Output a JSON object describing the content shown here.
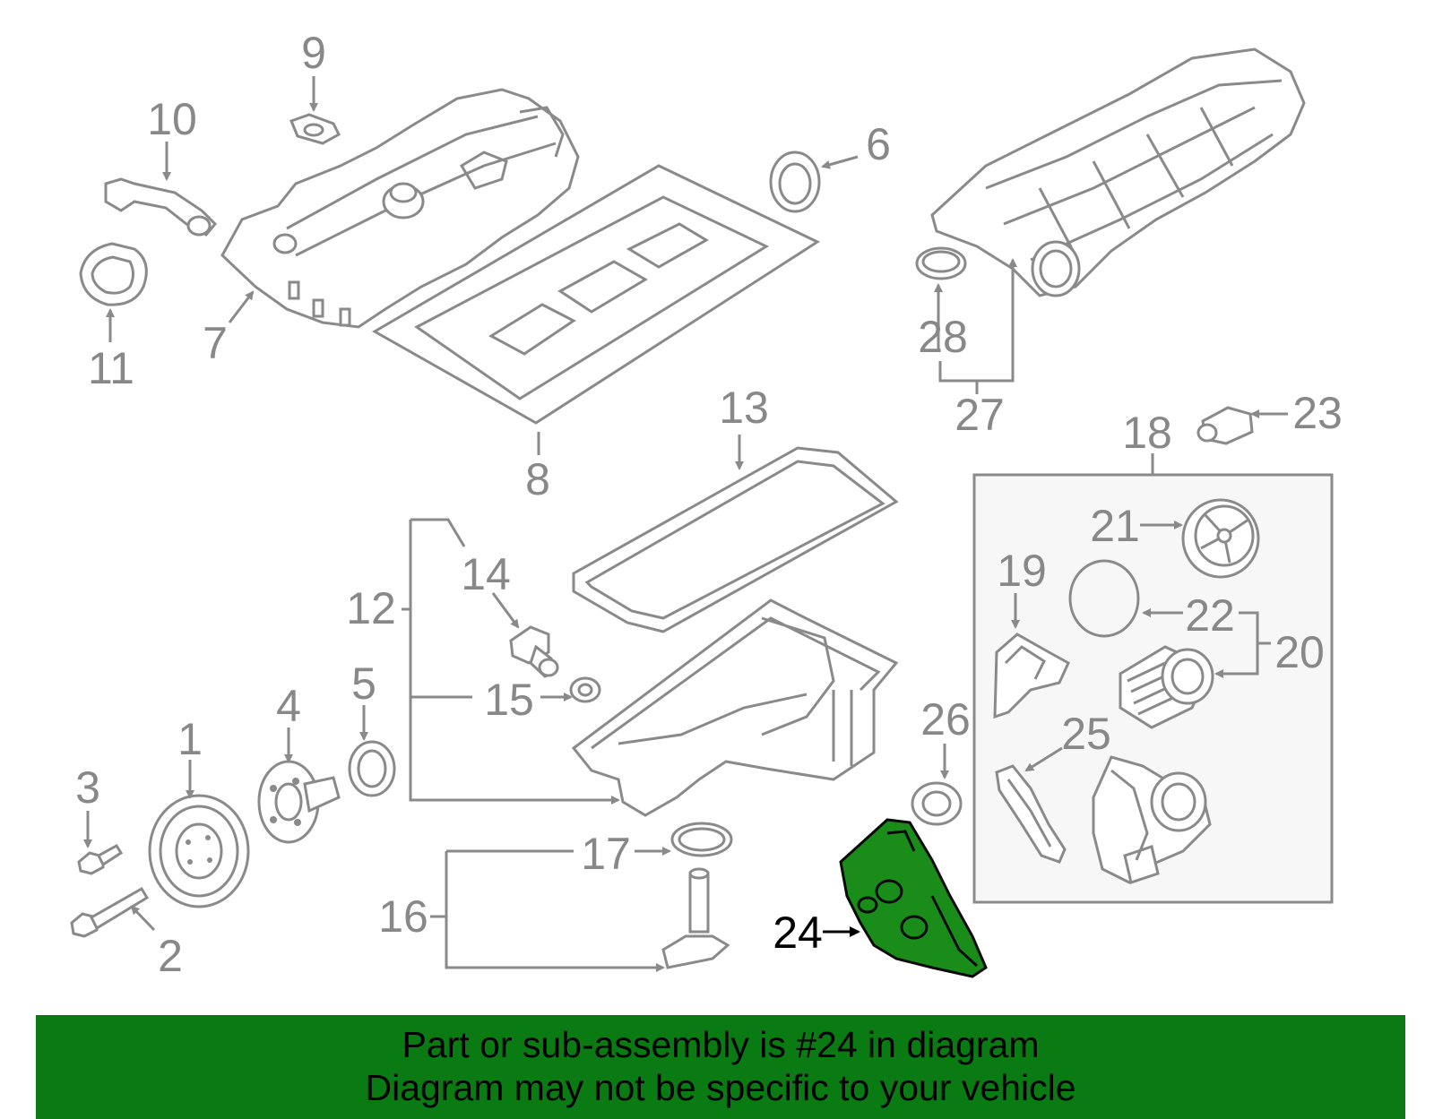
{
  "colors": {
    "callout_gray": "#888888",
    "highlight_part": "#1a8c1a",
    "banner_bg": "#0a7a12",
    "banner_text": "#000000"
  },
  "callouts": {
    "c1": "1",
    "c2": "2",
    "c3": "3",
    "c4": "4",
    "c5": "5",
    "c6": "6",
    "c7": "7",
    "c8": "8",
    "c9": "9",
    "c10": "10",
    "c11": "11",
    "c12": "12",
    "c13": "13",
    "c14": "14",
    "c15": "15",
    "c16": "16",
    "c17": "17",
    "c18": "18",
    "c19": "19",
    "c20": "20",
    "c21": "21",
    "c22": "22",
    "c23": "23",
    "c24": "24",
    "c25": "25",
    "c26": "26",
    "c27": "27",
    "c28": "28"
  },
  "highlighted_callout": "24",
  "banner": {
    "line1": "Part or sub-assembly is #24 in diagram",
    "line2": "Diagram may not be specific to your vehicle"
  }
}
